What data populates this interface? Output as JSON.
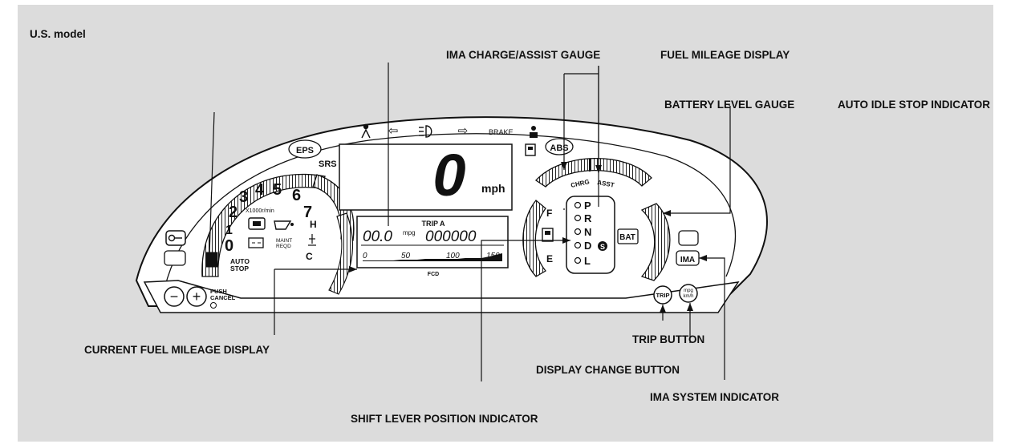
{
  "model_label": "U.S. model",
  "callouts": {
    "ima_gauge": "IMA CHARGE/ASSIST GAUGE",
    "fuel_mileage": "FUEL MILEAGE DISPLAY",
    "battery_gauge": "BATTERY LEVEL GAUGE",
    "auto_idle_stop": "AUTO IDLE STOP INDICATOR",
    "current_fuel": "CURRENT FUEL MILEAGE DISPLAY",
    "trip_button": "TRIP BUTTON",
    "display_change": "DISPLAY CHANGE BUTTON",
    "ima_system": "IMA SYSTEM INDICATOR",
    "shift_lever": "SHIFT LEVER POSITION INDICATOR"
  },
  "cluster": {
    "speed_value": "0",
    "speed_unit": "mph",
    "tach_numbers": [
      "0",
      "1",
      "2",
      "3",
      "4",
      "5",
      "6",
      "7"
    ],
    "tach_unit": "X1000r/min",
    "auto_stop": [
      "AUTO",
      "STOP"
    ],
    "lamp_eps": "EPS",
    "lamp_srs": "SRS",
    "lamp_abs": "ABS",
    "lamp_brake": "BRAKE",
    "lamp_bat": "BAT",
    "lamp_ima": "IMA",
    "lamp_maint": [
      "MAINT",
      "REQD"
    ],
    "ima_chrg": "CHRG",
    "ima_asst": "ASST",
    "fuel_f": "F",
    "fuel_e": "E",
    "temp_h": "H",
    "temp_c": "C",
    "trip_label": "TRIP A",
    "mpg_value": "00.0",
    "mpg_unit": "mpg",
    "odo_value": "000000",
    "scale_labels": [
      "0",
      "50",
      "100",
      "150"
    ],
    "fcd_label": "FCD",
    "gears": [
      "P",
      "R",
      "N",
      "D",
      "L"
    ],
    "d3_symbol": "S",
    "push_cancel": [
      "PUSH",
      "CANCEL"
    ],
    "minus": "−",
    "plus": "+",
    "trip_btn": "TRIP",
    "display_btn": [
      "mpg",
      "km/h"
    ]
  }
}
